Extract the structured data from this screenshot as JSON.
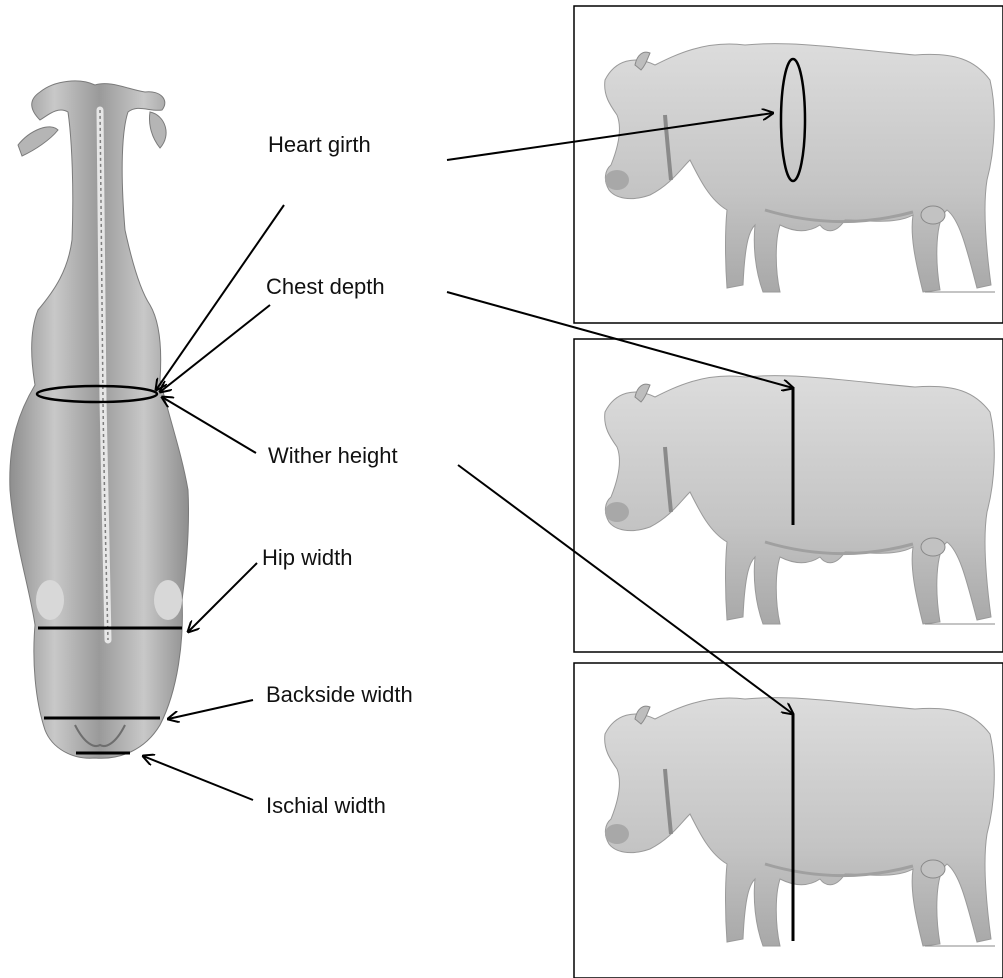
{
  "labels": {
    "heart_girth": "Heart girth",
    "chest_depth": "Chest depth",
    "wither_height": "Wither height",
    "hip_width": "Hip width",
    "backside_width": "Backside width",
    "ischial_width": "Ischial width"
  },
  "colors": {
    "body_fill": "#c9c9c9",
    "body_shade": "#9a9a9a",
    "line": "#000000",
    "frame": "#000000"
  },
  "views": {
    "top_view": "cow-top-view",
    "side_views": [
      "heart-girth-side-view",
      "chest-depth-side-view",
      "wither-height-side-view"
    ]
  }
}
